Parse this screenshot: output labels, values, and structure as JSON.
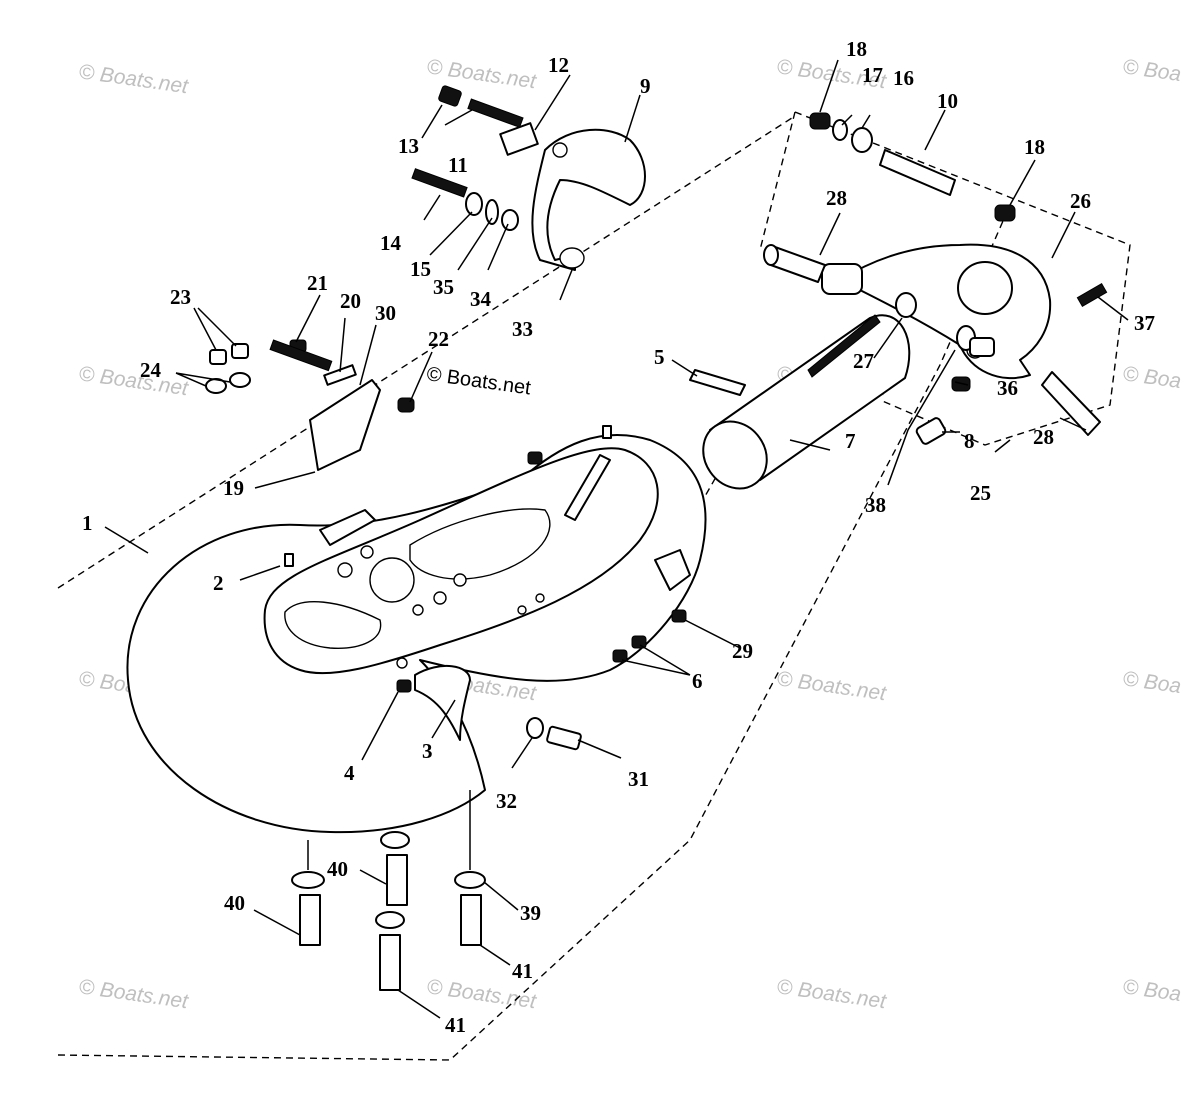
{
  "watermark": {
    "text": "© Boats.net",
    "short_text": "© Boa",
    "center_text": "© Boats.net"
  },
  "callouts": [
    {
      "id": "c1",
      "label": "1"
    },
    {
      "id": "c2",
      "label": "2"
    },
    {
      "id": "c3",
      "label": "3"
    },
    {
      "id": "c4",
      "label": "4"
    },
    {
      "id": "c5",
      "label": "5"
    },
    {
      "id": "c6",
      "label": "6"
    },
    {
      "id": "c7",
      "label": "7"
    },
    {
      "id": "c8",
      "label": "8"
    },
    {
      "id": "c9",
      "label": "9"
    },
    {
      "id": "c10",
      "label": "10"
    },
    {
      "id": "c11",
      "label": "11"
    },
    {
      "id": "c12",
      "label": "12"
    },
    {
      "id": "c13",
      "label": "13"
    },
    {
      "id": "c14",
      "label": "14"
    },
    {
      "id": "c15",
      "label": "15"
    },
    {
      "id": "c16",
      "label": "16"
    },
    {
      "id": "c17",
      "label": "17"
    },
    {
      "id": "c18a",
      "label": "18"
    },
    {
      "id": "c18b",
      "label": "18"
    },
    {
      "id": "c19",
      "label": "19"
    },
    {
      "id": "c20",
      "label": "20"
    },
    {
      "id": "c21",
      "label": "21"
    },
    {
      "id": "c22",
      "label": "22"
    },
    {
      "id": "c23",
      "label": "23"
    },
    {
      "id": "c24",
      "label": "24"
    },
    {
      "id": "c25",
      "label": "25"
    },
    {
      "id": "c26",
      "label": "26"
    },
    {
      "id": "c27",
      "label": "27"
    },
    {
      "id": "c28a",
      "label": "28"
    },
    {
      "id": "c28b",
      "label": "28"
    },
    {
      "id": "c29",
      "label": "29"
    },
    {
      "id": "c30",
      "label": "30"
    },
    {
      "id": "c31",
      "label": "31"
    },
    {
      "id": "c32",
      "label": "32"
    },
    {
      "id": "c33",
      "label": "33"
    },
    {
      "id": "c34",
      "label": "34"
    },
    {
      "id": "c35",
      "label": "35"
    },
    {
      "id": "c36",
      "label": "36"
    },
    {
      "id": "c37",
      "label": "37"
    },
    {
      "id": "c38",
      "label": "38"
    },
    {
      "id": "c39",
      "label": "39"
    },
    {
      "id": "c40a",
      "label": "40"
    },
    {
      "id": "c40b",
      "label": "40"
    },
    {
      "id": "c41a",
      "label": "41"
    },
    {
      "id": "c41b",
      "label": "41"
    }
  ]
}
